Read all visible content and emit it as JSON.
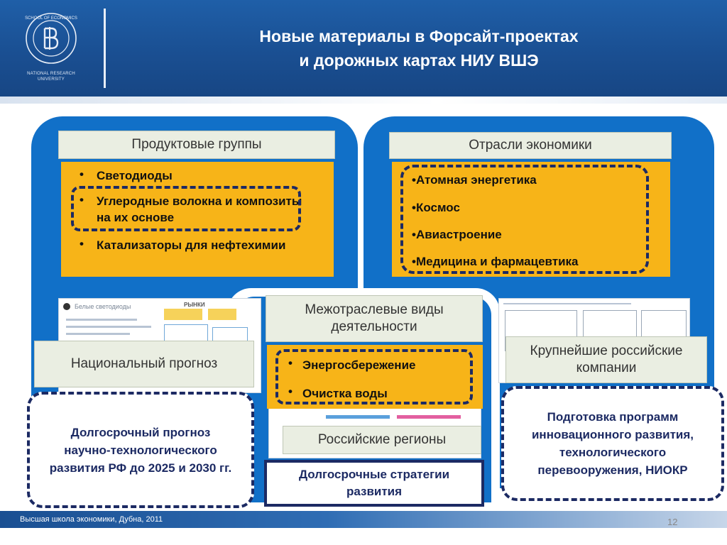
{
  "header": {
    "title_line1": "Новые материалы в Форсайт-проектах",
    "title_line2": "и дорожных картах НИУ ВШЭ",
    "logo_text_line1": "NATIONAL RESEARCH",
    "logo_text_line2": "UNIVERSITY"
  },
  "products": {
    "label": "Продуктовые группы",
    "items": [
      "Светодиоды",
      "Углеродные волокна и композиты на их основе",
      "Катализаторы для нефтехимии"
    ]
  },
  "sectors": {
    "label": "Отрасли экономики",
    "items": [
      "•Атомная энергетика",
      "•Космос",
      "•Авиастроение",
      "•Медицина и фармацевтика"
    ]
  },
  "intersectoral": {
    "label": "Межотраслевые виды деятельности",
    "items": [
      "Энергосбережение",
      "Очистка воды"
    ]
  },
  "regions": {
    "label": "Российские регионы",
    "desc": "Долгосрочные стратегии развития"
  },
  "national": {
    "label": "Национальный прогноз",
    "desc": "Долгосрочный прогноз научно-технологического развития РФ до 2025 и 2030 гг.",
    "thumb_title": "Белые светодиоды",
    "thumb_market": "РЫНКИ"
  },
  "companies": {
    "label": "Крупнейшие российские компании",
    "desc": "Подготовка программ инновационного развития, технологического перевооружения, НИОКР"
  },
  "footer": {
    "text": "Высшая школа экономики, Дубна, 2011",
    "page": "12"
  },
  "colors": {
    "header_blue": "#1a4f92",
    "panel_blue": "#1170c8",
    "label_bg": "#eaeee2",
    "yellow": "#f7b418",
    "dash_navy": "#1c2a63"
  }
}
